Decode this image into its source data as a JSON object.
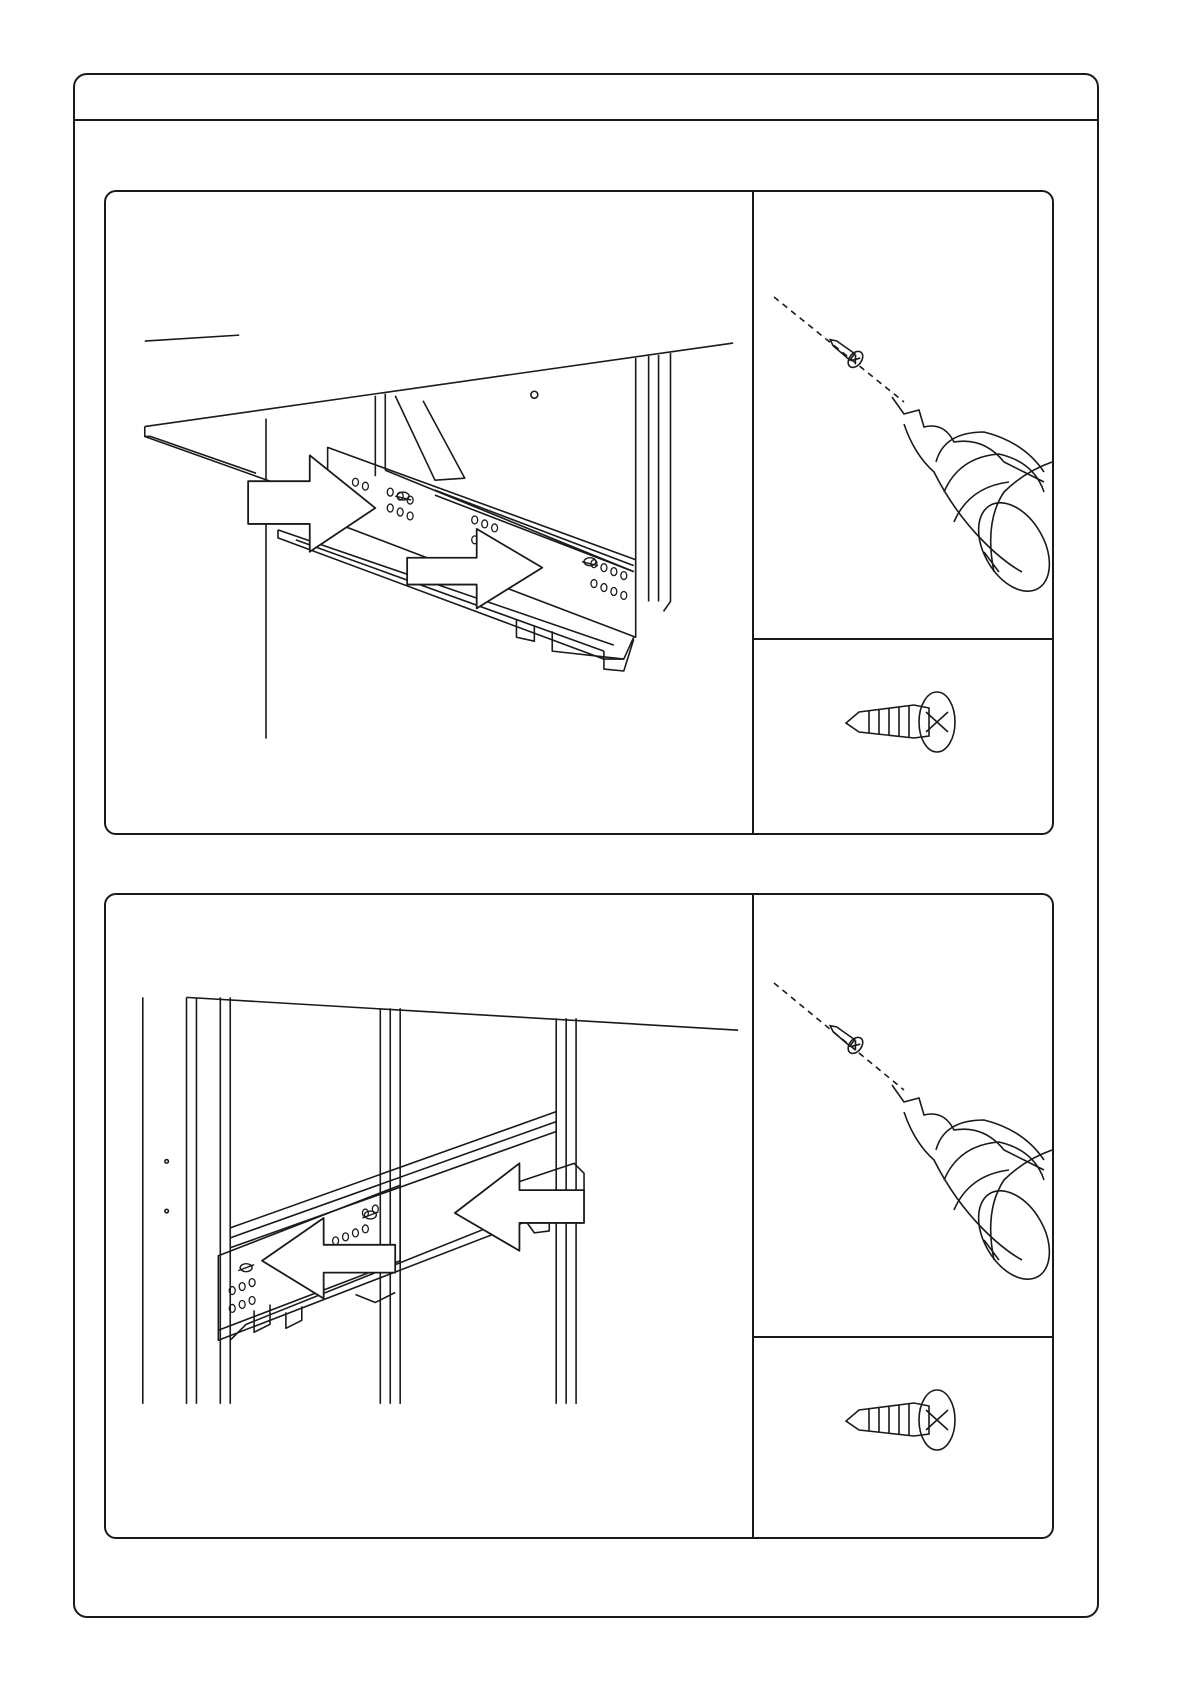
{
  "page": {
    "background": "#ffffff",
    "line_color": "#1a1a1a"
  },
  "steps": [
    {
      "main": {
        "illustration": "drawer-slide-rail-under-cabinet",
        "arrows": 2,
        "arrow_direction": "right"
      },
      "detail_top": {
        "icon": "drill-driving-screw-icon"
      },
      "detail_bottom": {
        "icon": "countersunk-screw-icon"
      }
    },
    {
      "main": {
        "illustration": "drawer-slide-rail-on-frame",
        "arrows": 2,
        "arrow_direction": "left"
      },
      "detail_top": {
        "icon": "drill-driving-screw-icon"
      },
      "detail_bottom": {
        "icon": "countersunk-screw-icon"
      }
    }
  ]
}
